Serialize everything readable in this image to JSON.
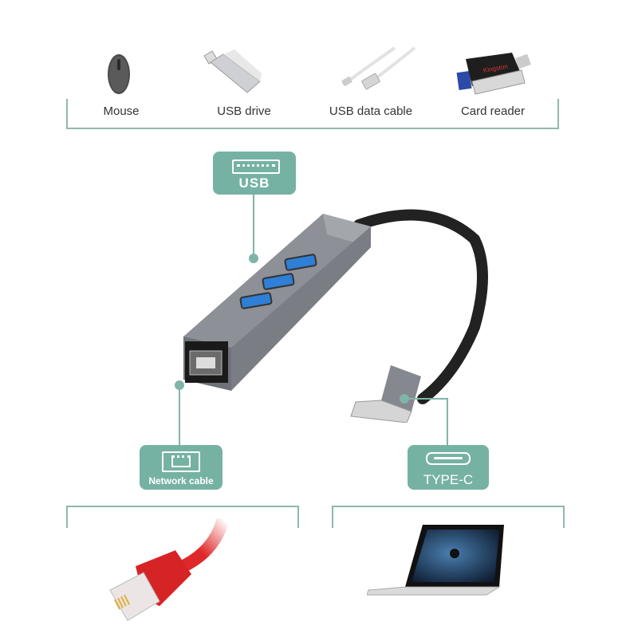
{
  "accessories": [
    {
      "label": "Mouse",
      "icon": "mouse-icon"
    },
    {
      "label": "USB drive",
      "icon": "usb-drive-icon"
    },
    {
      "label": "USB data cable",
      "icon": "usb-cable-icon"
    },
    {
      "label": "Card reader",
      "icon": "card-reader-icon"
    }
  ],
  "card_reader_brand": "Kingston",
  "callouts": {
    "usb": "USB",
    "network": "Network cable",
    "typec": "TYPE-C"
  },
  "colors": {
    "accent": "#76b2a3",
    "hub_body": "#7d7f86",
    "usb_port": "#2e7fd6",
    "cable_red": "#e0282a"
  }
}
